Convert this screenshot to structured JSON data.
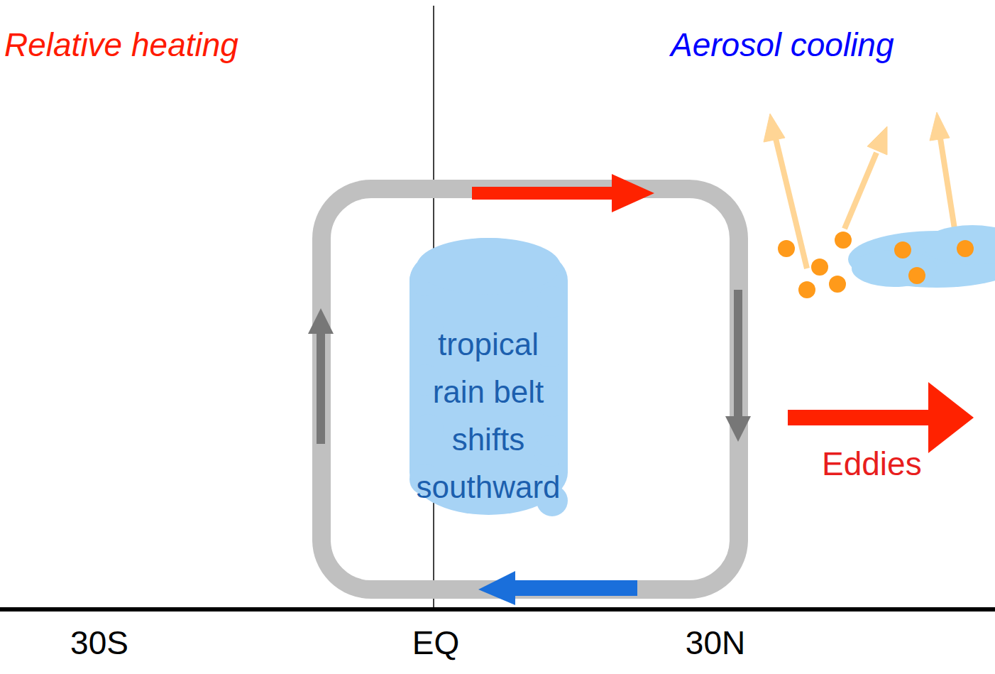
{
  "diagram": {
    "nodes": [
      {
        "text": [
          "tropical rain belt shifts southward"
        ]
      }
    ],
    "labels": [
      "Relative heating",
      "Aerosol cooling",
      "Eddies",
      "30S",
      "EQ",
      "30N"
    ]
  }
}
